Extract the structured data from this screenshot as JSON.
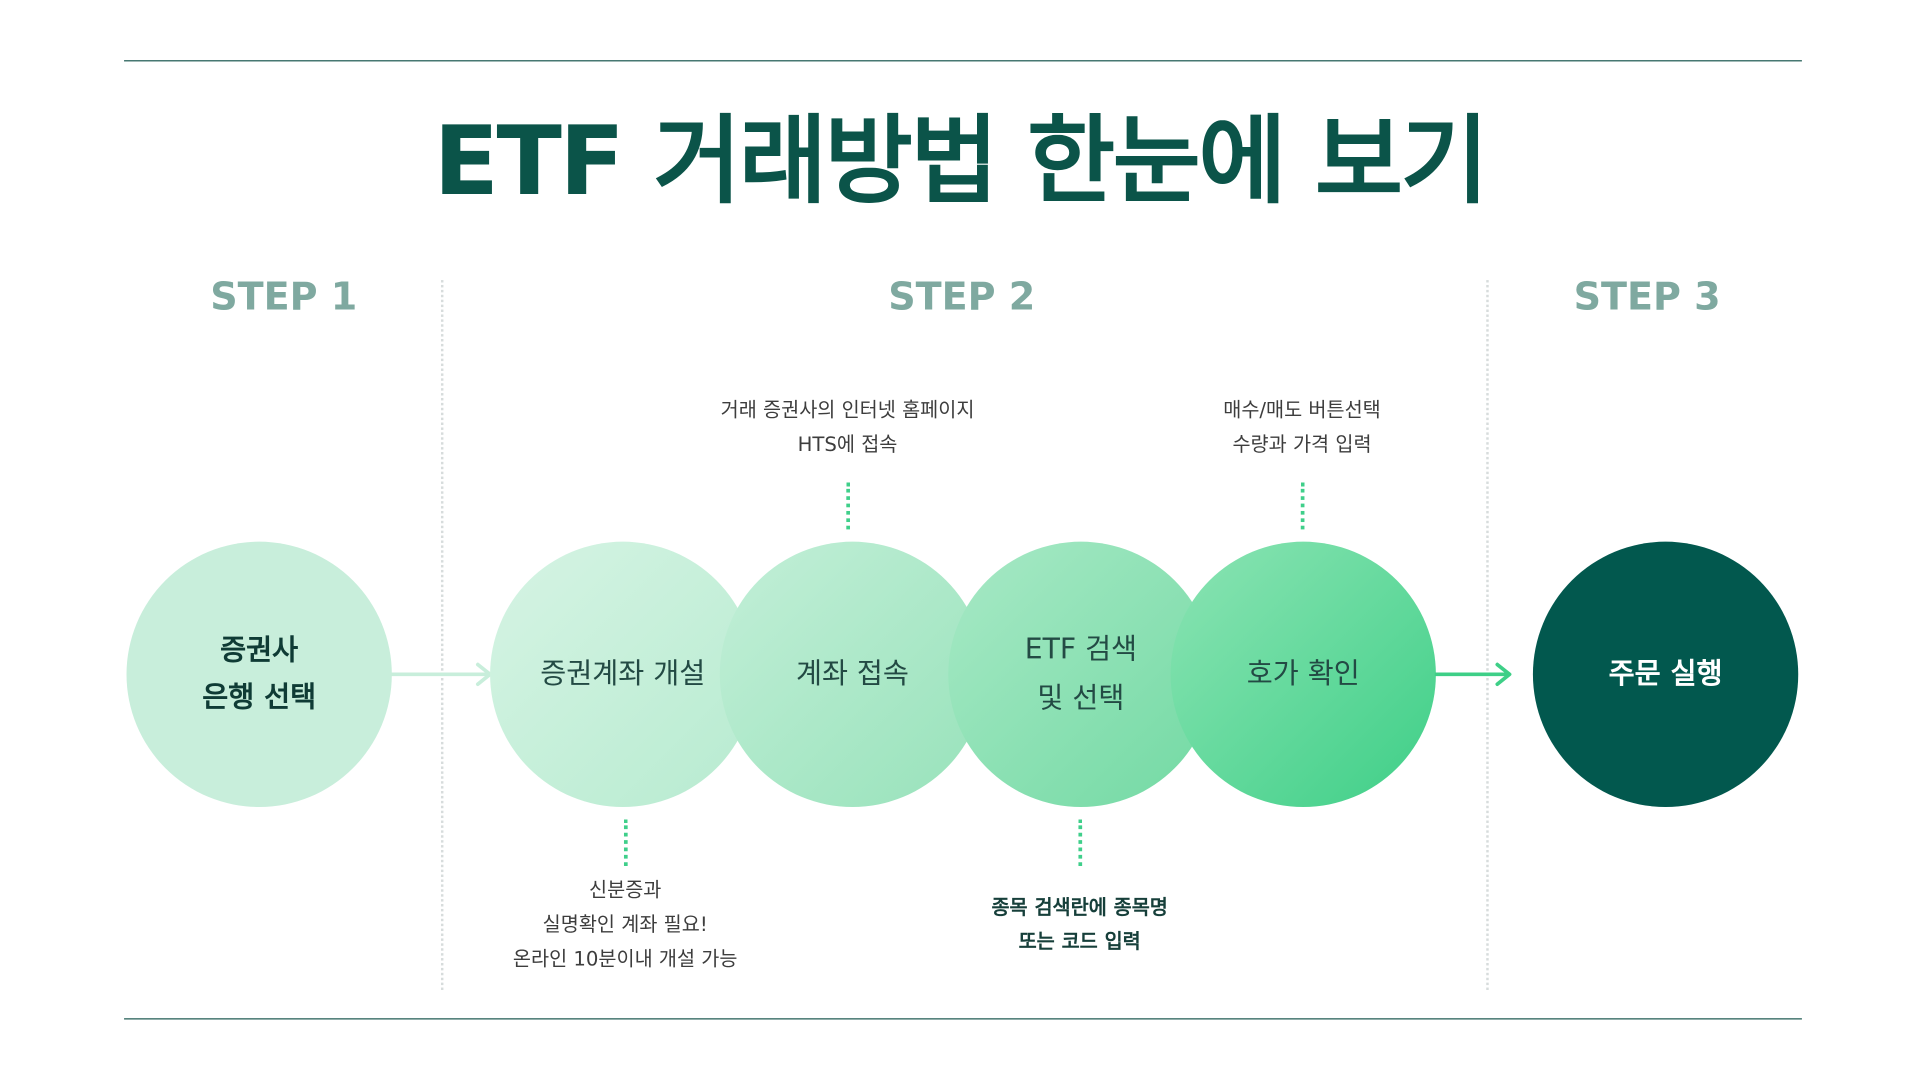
{
  "title": "ETF 거래방법 한눈에 보기",
  "steps": {
    "step1": "STEP 1",
    "step2": "STEP 2",
    "step3": "STEP 3"
  },
  "circles": {
    "bank": {
      "line1": "증권사",
      "line2": "은행 선택"
    },
    "open_account": {
      "line1": "증권계좌 개설"
    },
    "connect": {
      "line1": "계좌 접속"
    },
    "search": {
      "line1": "ETF 검색",
      "line2": "및 선택"
    },
    "quote": {
      "line1": "호가 확인"
    },
    "order": {
      "line1": "주문 실행"
    }
  },
  "notes": {
    "connect": {
      "line1": "거래 증권사의 인터넷 홈페이지",
      "line2": "HTS에 접속"
    },
    "quote": {
      "line1": "매수/매도 버튼선택",
      "line2": "수량과 가격 입력"
    },
    "open_account": {
      "line1": "신분증과",
      "line2": "실명확인 계좌 필요!",
      "line3": "온라인 10분이내 개설 가능"
    },
    "search": {
      "line1": "종목 검색란에 종목명",
      "line2": "또는 코드 입력"
    }
  },
  "colors": {
    "title": "#0b5449",
    "step_label": "#7fa9a0",
    "dark_green": "#02584e",
    "accent_green": "#3ecf87",
    "light_green": "#c8eedb"
  },
  "icons": {
    "arrow_to_step2": "arrow-right-icon",
    "arrow_to_step3": "arrow-right-icon"
  }
}
